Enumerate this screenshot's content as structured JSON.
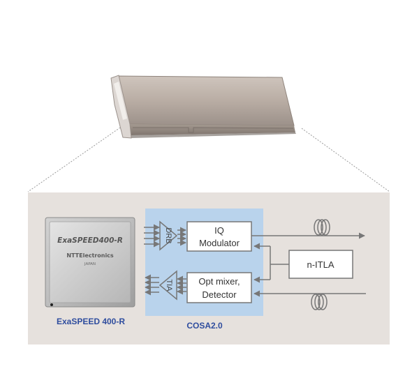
{
  "chip": {
    "title": "ExaSPEED400-R",
    "brand": "NTTElectronics",
    "country": "JAPAN",
    "caption": "ExaSPEED 400-R"
  },
  "cosa": {
    "caption": "COSA2.0",
    "drb_label": "DRB",
    "tia_label": "TIA"
  },
  "blocks": {
    "iq_line1": "IQ",
    "iq_line2": "Modulator",
    "mixer_line1": "Opt mixer,",
    "mixer_line2": "Detector",
    "itla": "n-ITLA"
  },
  "colors": {
    "panel_bg": "#e6e1dd",
    "cosa_bg": "#b9d3ec",
    "caption_blue": "#2f4d9e",
    "line_gray": "#777777"
  }
}
